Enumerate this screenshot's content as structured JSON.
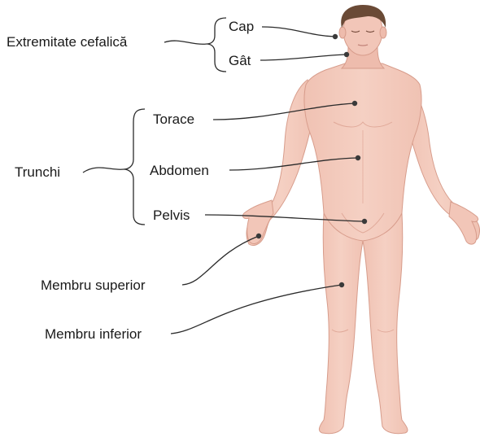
{
  "labels": {
    "extremitate_cefalica": "Extremitate cefalică",
    "cap": "Cap",
    "gat": "Gât",
    "trunchi": "Trunchi",
    "torace": "Torace",
    "abdomen": "Abdomen",
    "pelvis": "Pelvis",
    "membru_superior": "Membru superior",
    "membru_inferior": "Membru inferior"
  },
  "colors": {
    "skin": "#f2c9bc",
    "skin_shadow": "#e7b1a2",
    "skin_outline": "#d79c8b",
    "hair": "#6a4a36",
    "line": "#2b2b2b",
    "marker": "#3a3a3a",
    "text": "#1a1a1a"
  }
}
